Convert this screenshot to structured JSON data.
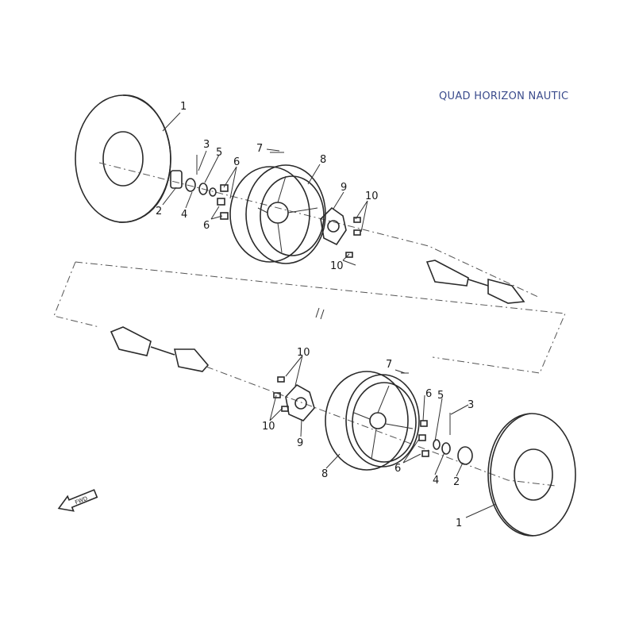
{
  "brand": "QUAD HORIZON NAUTIC",
  "parts": {
    "p1": "1",
    "p2": "2",
    "p3": "3",
    "p4": "4",
    "p5": "5",
    "p6": "6",
    "p7": "7",
    "p8": "8",
    "p9": "9",
    "p10": "10"
  },
  "fwd_label": "FWD",
  "colors": {
    "brand": "#3a4b8c",
    "line": "#2a2a2a"
  }
}
